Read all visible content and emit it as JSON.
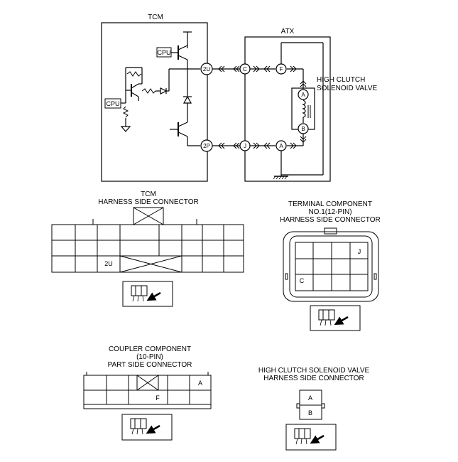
{
  "schematic": {
    "tcm_label": "TCM",
    "atx_label": "ATX",
    "cpu_top": "CPU",
    "cpu_left": "CPU",
    "term_2u": "2U",
    "term_2p": "2P",
    "conn_c": "C",
    "conn_f": "F",
    "conn_j": "J",
    "conn_a_bottom": "A",
    "valve_a": "A",
    "valve_b": "B",
    "valve_title_line1": "HIGH CLUTCH",
    "valve_title_line2": "SOLENOID VALVE"
  },
  "tcm_connector": {
    "title_line1": "TCM",
    "title_line2": "HARNESS SIDE CONNECTOR",
    "pin_label": "2U"
  },
  "terminal_component": {
    "title_line1": "TERMINAL COMPONENT",
    "title_line2": "NO.1(12-PIN)",
    "title_line3": "HARNESS SIDE CONNECTOR",
    "pin_j": "J",
    "pin_c": "C"
  },
  "coupler_component": {
    "title_line1": "COUPLER COMPONENT",
    "title_line2": "(10-PIN)",
    "title_line3": "PART SIDE CONNECTOR",
    "pin_a": "A",
    "pin_f": "F"
  },
  "solenoid_connector": {
    "title_line1": "HIGH CLUTCH SOLENOID VALVE",
    "title_line2": "HARNESS SIDE CONNECTOR",
    "pin_a": "A",
    "pin_b": "B"
  }
}
